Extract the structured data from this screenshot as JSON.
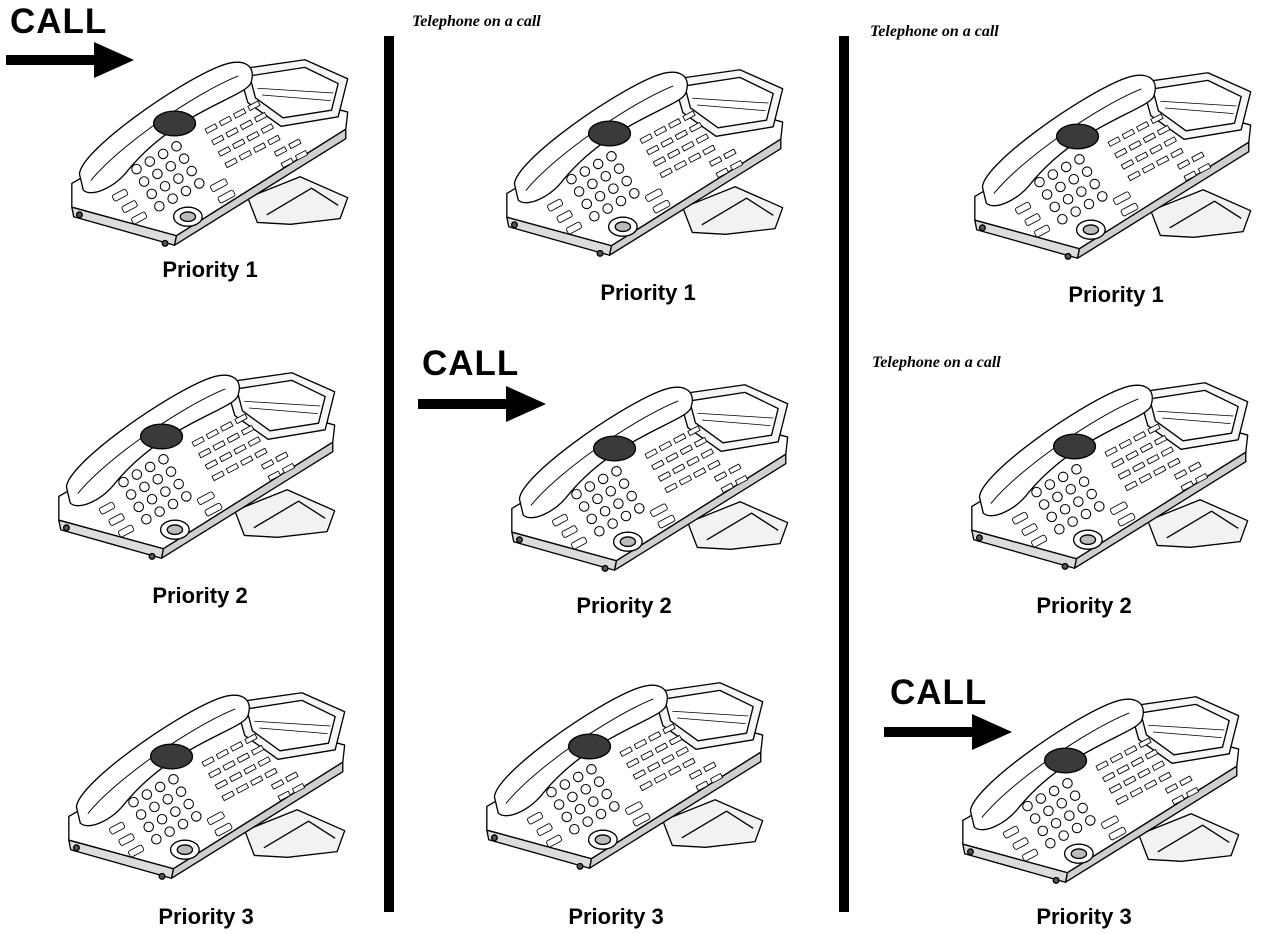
{
  "call_label": "CALL",
  "status_note": "Telephone on a call",
  "columns": [
    {
      "phones": [
        {
          "label": "Priority 1"
        },
        {
          "label": "Priority 2"
        },
        {
          "label": "Priority 3"
        }
      ],
      "incoming_call_on": "Priority 1"
    },
    {
      "phones": [
        {
          "label": "Priority 1",
          "note": "Telephone on a call"
        },
        {
          "label": "Priority 2"
        },
        {
          "label": "Priority 3"
        }
      ],
      "incoming_call_on": "Priority 2"
    },
    {
      "phones": [
        {
          "label": "Priority 1",
          "note": "Telephone on a call"
        },
        {
          "label": "Priority 2",
          "note": "Telephone on a call"
        },
        {
          "label": "Priority 3"
        }
      ],
      "incoming_call_on": "Priority 3"
    }
  ]
}
